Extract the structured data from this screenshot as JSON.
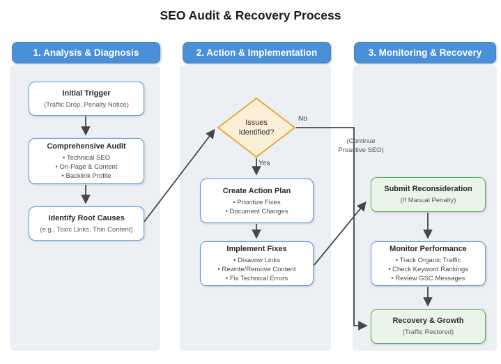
{
  "title": "SEO Audit & Recovery Process",
  "lanes": [
    {
      "header": "1. Analysis & Diagnosis"
    },
    {
      "header": "2. Action & Implementation"
    },
    {
      "header": "3. Monitoring & Recovery"
    }
  ],
  "nodes": {
    "initial_trigger": {
      "title": "Initial Trigger",
      "note": "(Traffic Drop, Penalty Notice)"
    },
    "comprehensive_audit": {
      "title": "Comprehensive Audit",
      "bullets": [
        "Technical SEO",
        "On-Page & Content",
        "Backlink Profile"
      ]
    },
    "identify_root_causes": {
      "title": "Identify Root Causes",
      "note": "(e.g., Toxic Links, Thin Content)"
    },
    "issues_identified": {
      "title": "Issues Identified?"
    },
    "create_action_plan": {
      "title": "Create Action Plan",
      "bullets": [
        "Prioritize Fixes",
        "Document Changes"
      ]
    },
    "implement_fixes": {
      "title": "Implement Fixes",
      "bullets": [
        "Disavow Links",
        "Rewrite/Remove Content",
        "Fix Technical Errors"
      ]
    },
    "submit_reconsideration": {
      "title": "Submit Reconsideration",
      "note": "(If Manual Penalty)"
    },
    "monitor_performance": {
      "title": "Monitor Performance",
      "bullets": [
        "Track Organic Traffic",
        "Check Keyword Rankings",
        "Review GSC Messages"
      ]
    },
    "recovery_growth": {
      "title": "Recovery & Growth",
      "note": "(Traffic Restored)"
    }
  },
  "edge_labels": {
    "yes": "Yes",
    "no": "No",
    "continue_line1": "(Continue",
    "continue_line2": "Proactive SEO)"
  },
  "colors": {
    "lane_header": "#4a90d9",
    "lane_background": "#ecf0f4",
    "node_border_blue": "#5b9bd5",
    "node_border_green": "#57ab57",
    "node_fill_green": "#e9f5e8",
    "decision_border": "#f0a432",
    "decision_fill": "#fcefd8",
    "arrow": "#464646"
  }
}
